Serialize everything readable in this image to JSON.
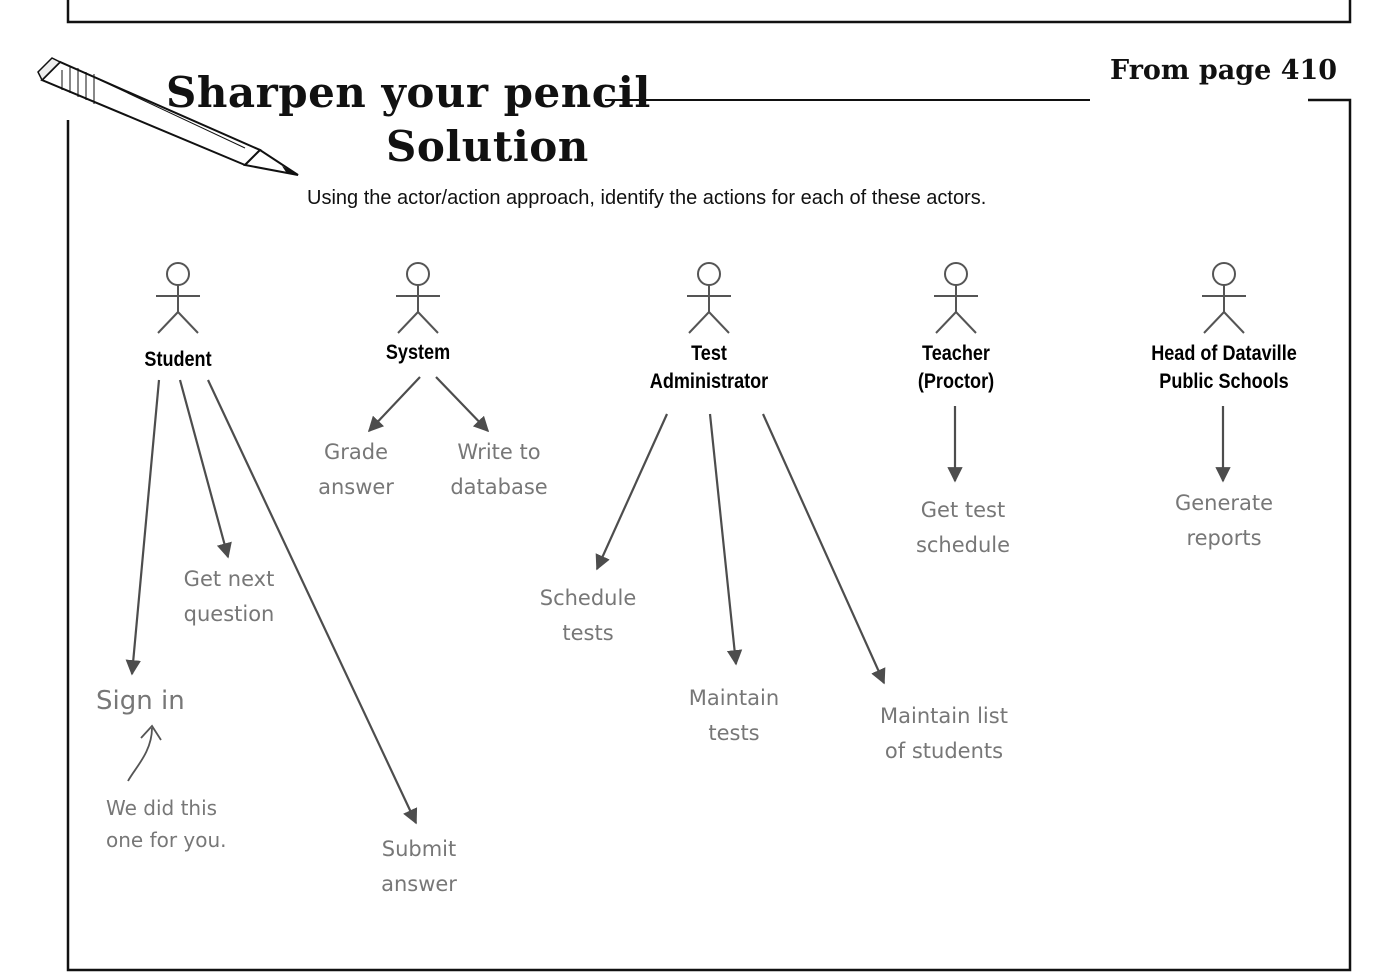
{
  "header": {
    "title_line1": "Sharpen your pencil",
    "title_line2": "Solution",
    "page_ref": "From page 410",
    "instruction": "Using the actor/action approach, identify the actions for each of these actors."
  },
  "actors": [
    {
      "line1": "Student",
      "line2": ""
    },
    {
      "line1": "System",
      "line2": ""
    },
    {
      "line1": "Test",
      "line2": "Administrator"
    },
    {
      "line1": "Teacher",
      "line2": "(Proctor)"
    },
    {
      "line1": "Head of Dataville",
      "line2": "Public Schools"
    }
  ],
  "actions": {
    "student": [
      {
        "line1": "Sign in",
        "line2": ""
      },
      {
        "line1": "Get next",
        "line2": "question"
      },
      {
        "line1": "Submit",
        "line2": "answer"
      }
    ],
    "system": [
      {
        "line1": "Grade",
        "line2": "answer"
      },
      {
        "line1": "Write to",
        "line2": "database"
      }
    ],
    "test_administrator": [
      {
        "line1": "Schedule",
        "line2": "tests"
      },
      {
        "line1": "Maintain",
        "line2": "tests"
      },
      {
        "line1": "Maintain list",
        "line2": "of students"
      }
    ],
    "teacher": [
      {
        "line1": "Get test",
        "line2": "schedule"
      }
    ],
    "head": [
      {
        "line1": "Generate",
        "line2": "reports"
      }
    ]
  },
  "annotation": {
    "line1": "We did this",
    "line2": "one for you."
  },
  "colors": {
    "ink": "#111111",
    "arrow": "#4d4d4d",
    "handwriting": "#777777",
    "figure": "#555555"
  }
}
